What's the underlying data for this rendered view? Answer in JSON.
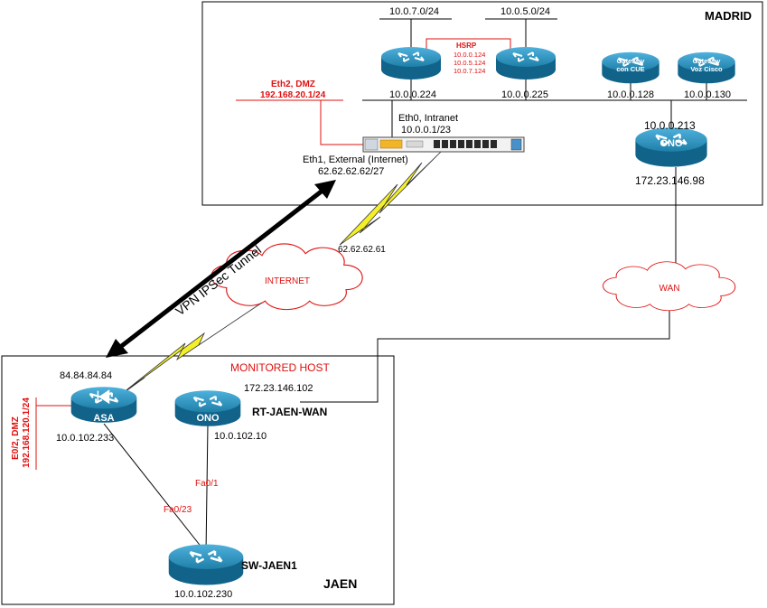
{
  "sites": {
    "madrid": {
      "title": "MADRID"
    },
    "jaen": {
      "title": "JAEN"
    }
  },
  "madrid": {
    "lan_top_left": "10.0.7.0/24",
    "lan_top_right": "10.0.5.0/24",
    "hsrp": {
      "title": "HSRP",
      "lines": [
        "10.0.0.124",
        "10.0.5.124",
        "10.0.7.124"
      ]
    },
    "router_a_ip": "10.0.0.224",
    "router_b_ip": "10.0.0.225",
    "gateway_cue": {
      "line1": "Gateway",
      "line2": "con CUE",
      "ip": "10.0.0.128"
    },
    "gateway_voz": {
      "line1": "Gateway",
      "line2": "Voz Cisco",
      "ip": "10.0.0.130"
    },
    "eth2": {
      "name": "Eth2, DMZ",
      "ip": "192.168.20.1/24"
    },
    "eth0": {
      "name": "Eth0, Intranet",
      "ip": "10.0.0.1/23"
    },
    "eth1": {
      "name": "Eth1, External (Internet)",
      "ip": "62.62.62.62/27"
    },
    "ono": {
      "label": "ONO",
      "ip_top": "10.0.0.213",
      "ip_bottom": "172.23.146.98"
    }
  },
  "internet": {
    "label": "INTERNET",
    "gw_ip": "62.62.62.61"
  },
  "wan": {
    "label": "WAN"
  },
  "tunnel": {
    "label": "VPN IPSec Tunnel"
  },
  "jaen": {
    "monitored": "MONITORED HOST",
    "asa": {
      "label": "ASA",
      "ip_outside": "84.84.84.84",
      "ip_inside": "10.0.102.233"
    },
    "dmz": {
      "name": "E0/2, DMZ",
      "ip": "192.168.120.1/24"
    },
    "rt": {
      "label": "ONO",
      "name": "RT-JAEN-WAN",
      "ip_wan": "172.23.146.102",
      "ip_lan": "10.0.102.10"
    },
    "sw": {
      "name": "SW-JAEN1",
      "ip": "10.0.102.230"
    },
    "port_fa023": "Fa0/23",
    "port_fa01": "Fa0/1"
  }
}
